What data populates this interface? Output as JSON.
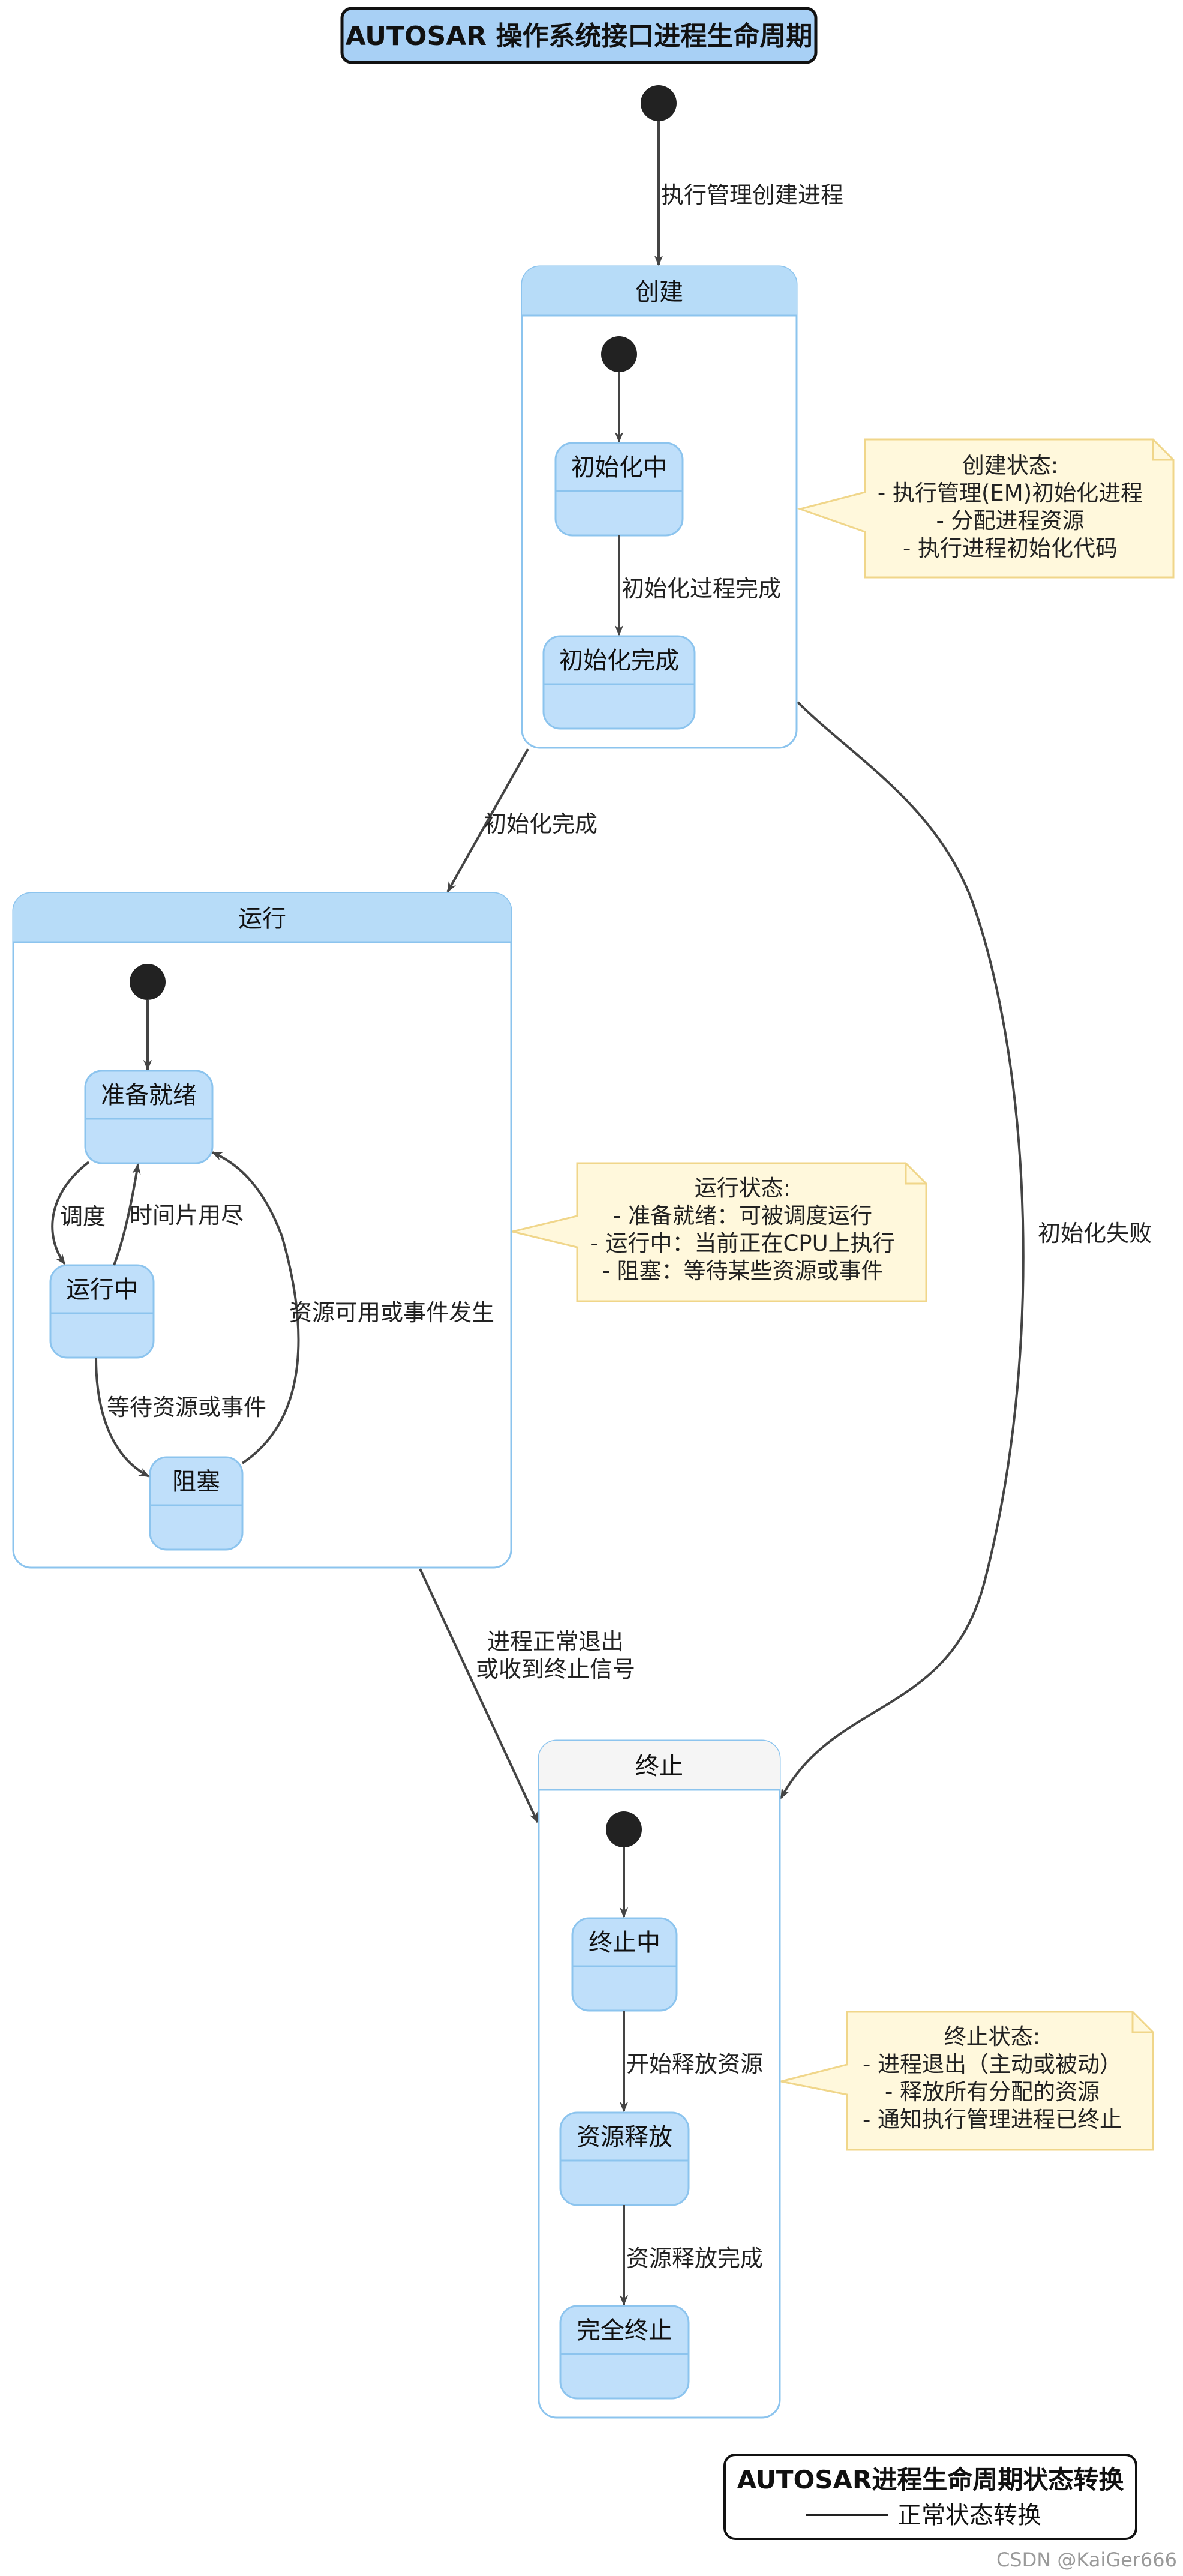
{
  "title": "AUTOSAR 操作系统接口进程生命周期",
  "colors": {
    "state_fill": "#bfdffa",
    "state_stroke": "#8cc4ee",
    "composite_header": "#b7dcf8",
    "terminate_header": "#f5f5f5",
    "note_fill": "#fff8dc",
    "note_stroke": "#f0d68a",
    "arrow": "#444444",
    "dot": "#222222"
  },
  "transitions": {
    "create": "执行管理创建进程",
    "init_done_inner": "初始化过程完成",
    "init_done": "初始化完成",
    "init_fail": "初始化失败",
    "schedule": "调度",
    "timeslice": "时间片用尽",
    "wait": "等待资源或事件",
    "resource_ready": "资源可用或事件发生",
    "exit_line1": "进程正常退出",
    "exit_line2": "或收到终止信号",
    "release_start": "开始释放资源",
    "release_done": "资源释放完成"
  },
  "states": {
    "create": {
      "title": "创建",
      "initializing": "初始化中",
      "init_complete": "初始化完成"
    },
    "run": {
      "title": "运行",
      "ready": "准备就绪",
      "running": "运行中",
      "blocked": "阻塞"
    },
    "terminate": {
      "title": "终止",
      "terminating": "终止中",
      "releasing": "资源释放",
      "terminated": "完全终止"
    }
  },
  "notes": {
    "create": [
      "创建状态:",
      "- 执行管理(EM)初始化进程",
      "- 分配进程资源",
      "- 执行进程初始化代码"
    ],
    "run": [
      "运行状态:",
      "- 准备就绪：可被调度运行",
      "- 运行中：当前正在CPU上执行",
      "- 阻塞：等待某些资源或事件"
    ],
    "terminate": [
      "终止状态:",
      "- 进程退出（主动或被动）",
      "- 释放所有分配的资源",
      "- 通知执行管理进程已终止"
    ]
  },
  "legend": {
    "title": "AUTOSAR进程生命周期状态转换",
    "item": "正常状态转换"
  },
  "watermark": "CSDN @KaiGer666"
}
